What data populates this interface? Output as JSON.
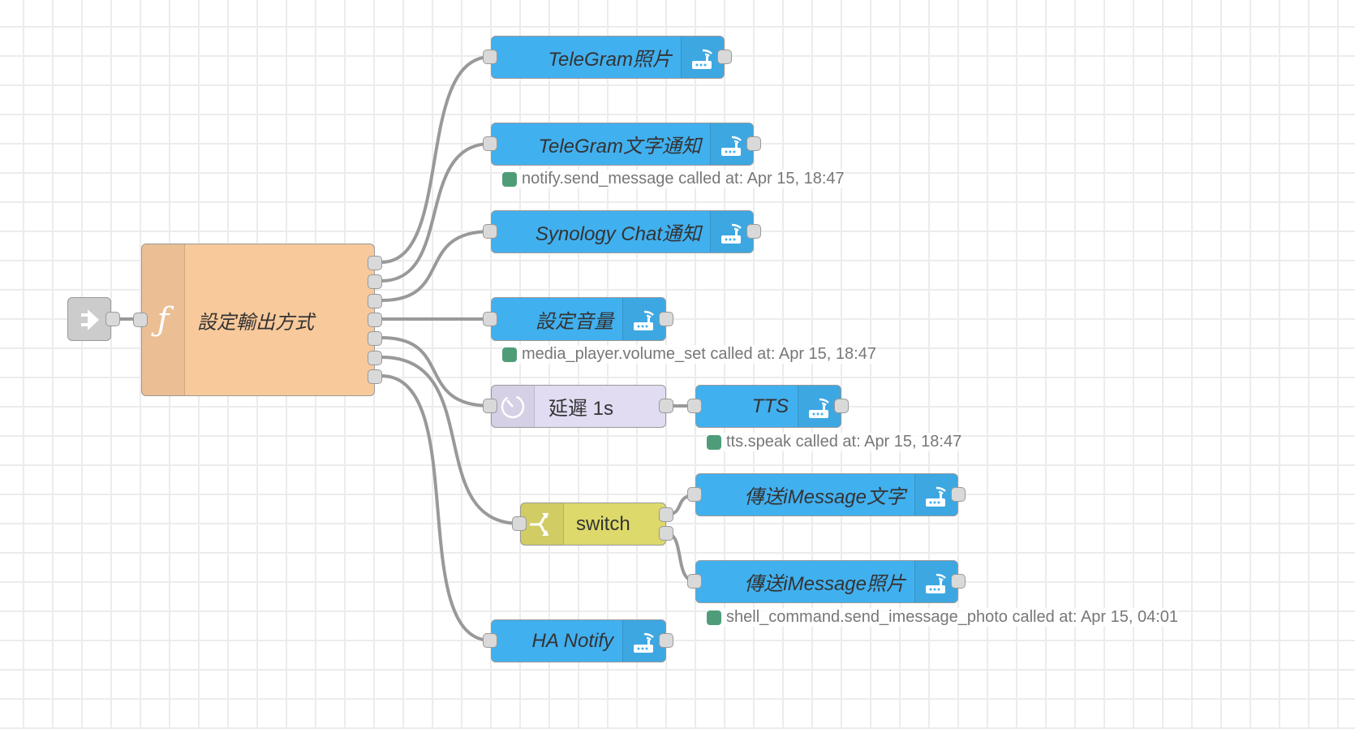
{
  "canvas": {
    "colors": {
      "home_assistant_node": "#41b0ef",
      "function_node": "#f8c99b",
      "delay_node": "#e1dcf2",
      "switch_node": "#ddd96a",
      "link_in_node": "#cccccc",
      "wire": "#999999",
      "status_ok": "#4f9d78"
    }
  },
  "nodes": {
    "link_in": {
      "icon": "link-in-icon"
    },
    "function": {
      "label": "設定輸出方式",
      "icon": "function-icon",
      "outputs": 7
    },
    "telegram_photo": {
      "label": "TeleGram照片",
      "icon": "router-icon"
    },
    "telegram_text": {
      "label": "TeleGram文字通知",
      "icon": "router-icon",
      "status": "notify.send_message called at: Apr 15, 18:47"
    },
    "synology_chat": {
      "label": "Synology Chat通知",
      "icon": "router-icon"
    },
    "set_volume": {
      "label": "設定音量",
      "icon": "router-icon",
      "status": "media_player.volume_set called at: Apr 15, 18:47"
    },
    "delay": {
      "label": "延遲 1s",
      "icon": "timer-icon"
    },
    "tts": {
      "label": "TTS",
      "icon": "router-icon",
      "status": "tts.speak called at: Apr 15, 18:47"
    },
    "switch": {
      "label": "switch",
      "icon": "switch-icon",
      "outputs": 2
    },
    "imessage_text": {
      "label": "傳送iMessage文字",
      "icon": "router-icon"
    },
    "imessage_photo": {
      "label": "傳送iMessage照片",
      "icon": "router-icon",
      "status": "shell_command.send_imessage_photo called at: Apr 15, 04:01"
    },
    "ha_notify": {
      "label": "HA Notify",
      "icon": "router-icon"
    }
  }
}
